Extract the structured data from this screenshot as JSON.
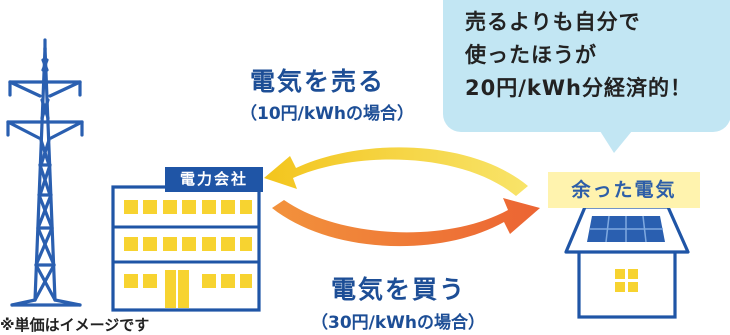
{
  "bubble": {
    "lines": [
      "売るよりも自分で",
      "使ったほうが",
      "20円/kWh分経済的！"
    ]
  },
  "sell": {
    "title": "電気を売る",
    "subtitle": "（10円/kWhの場合）"
  },
  "buy": {
    "title": "電気を買う",
    "subtitle": "（30円/kWhの場合）"
  },
  "company": {
    "label": "電力会社"
  },
  "house": {
    "label": "余った電気"
  },
  "note": "※単価はイメージです",
  "colors": {
    "navy": "#1d4e96",
    "building_blue": "#1f55a6",
    "window_yellow": "#f7d330",
    "arrow_yellow": "#f6d12e",
    "arrow_orange": "#ef7a3a",
    "bubble_bg": "#c2e6f3",
    "label_bg": "#fff3ae"
  },
  "icons": [
    "power-tower-icon",
    "office-building-icon",
    "solar-house-icon",
    "arrow-left-icon",
    "arrow-right-icon"
  ]
}
